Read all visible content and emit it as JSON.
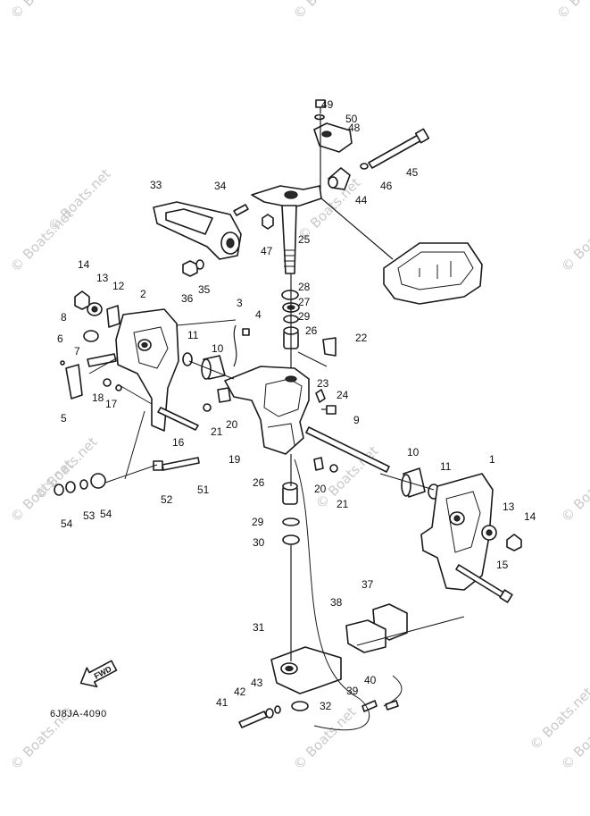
{
  "diagram_code": "6J8JA-4090",
  "fwd_label": "FWD",
  "watermark": "© Boats.net",
  "callouts": [
    "1",
    "2",
    "3",
    "4",
    "5",
    "6",
    "7",
    "8",
    "9",
    "10",
    "11",
    "12",
    "13",
    "14",
    "15",
    "16",
    "17",
    "18",
    "19",
    "20",
    "21",
    "22",
    "23",
    "24",
    "25",
    "26",
    "27",
    "28",
    "29",
    "30",
    "31",
    "32",
    "33",
    "34",
    "35",
    "36",
    "37",
    "38",
    "39",
    "40",
    "41",
    "42",
    "43",
    "44",
    "45",
    "46",
    "47",
    "48",
    "49",
    "50",
    "51",
    "52",
    "53",
    "54"
  ]
}
